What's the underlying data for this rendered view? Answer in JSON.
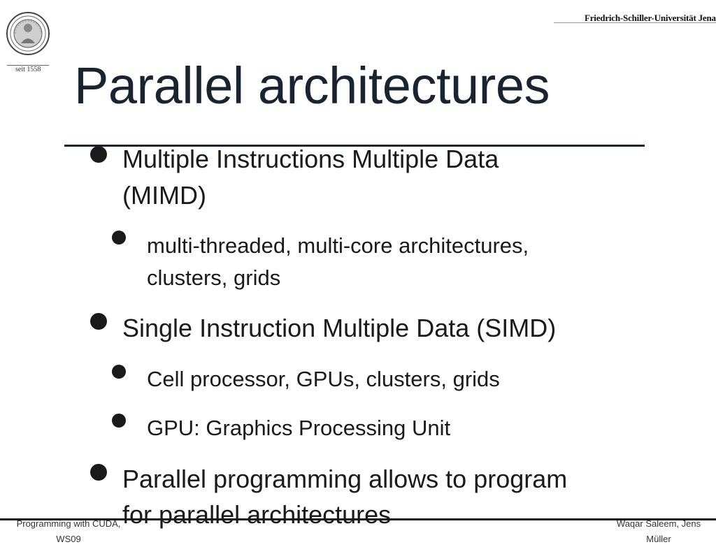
{
  "header": {
    "university": "Friedrich-Schiller-Universität Jena",
    "seal_year": "seit 1558"
  },
  "slide": {
    "title": "Parallel architectures",
    "items": [
      {
        "level": 1,
        "lines": [
          "Multiple Instructions Multiple Data",
          "(MIMD)"
        ]
      },
      {
        "level": 2,
        "lines": [
          "multi-threaded, multi-core architectures,",
          "clusters, grids"
        ]
      },
      {
        "level": 1,
        "lines": [
          "Single Instruction Multiple Data (SIMD)"
        ]
      },
      {
        "level": 2,
        "lines": [
          "Cell processor, GPUs, clusters, grids"
        ]
      },
      {
        "level": 2,
        "lines": [
          "GPU: Graphics Processing Unit"
        ]
      },
      {
        "level": 1,
        "lines": [
          "Parallel programming allows to program",
          "for parallel architectures"
        ]
      }
    ]
  },
  "footer": {
    "left_line1": "Programming with CUDA,",
    "left_line2": "WS09",
    "right_line1": "Waqar Saleem, Jens",
    "right_line2": "Müller"
  }
}
